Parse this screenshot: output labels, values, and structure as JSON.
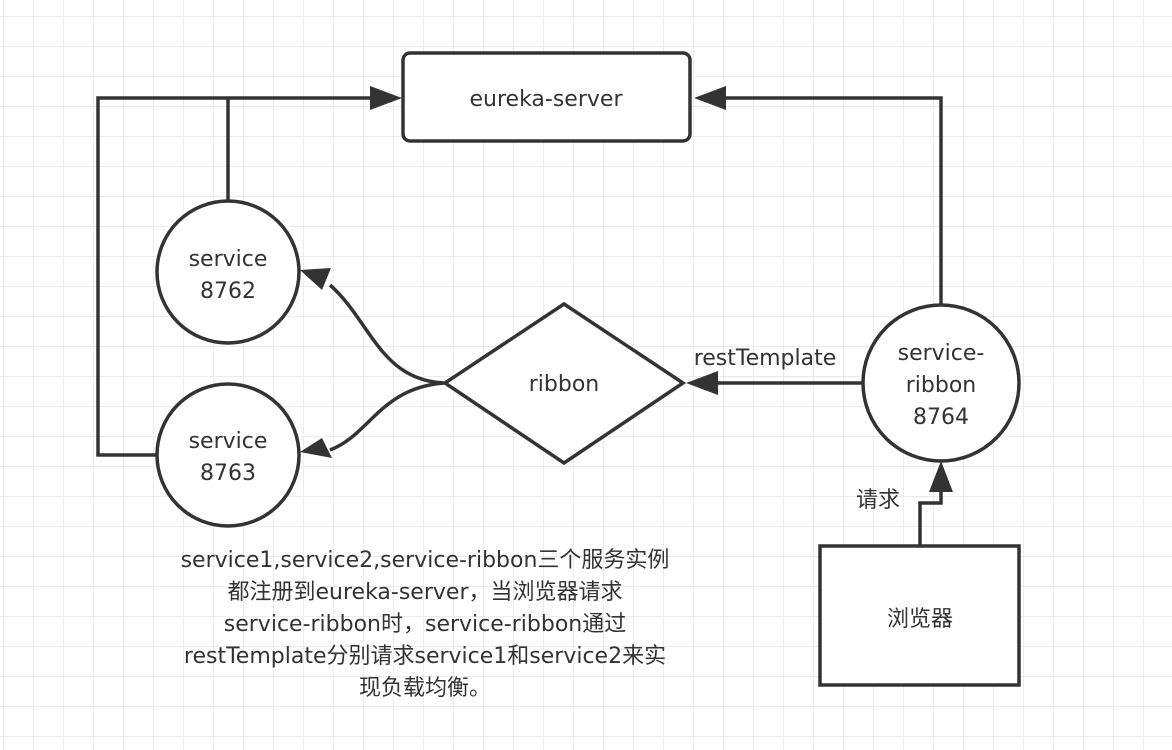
{
  "diagram": {
    "nodes": {
      "eureka_server": {
        "label": "eureka-server",
        "shape": "rounded-rectangle"
      },
      "service_8762": {
        "line1": "service",
        "line2": "8762",
        "shape": "circle"
      },
      "service_8763": {
        "line1": "service",
        "line2": "8763",
        "shape": "circle"
      },
      "ribbon": {
        "label": "ribbon",
        "shape": "diamond"
      },
      "service_ribbon": {
        "line1": "service-",
        "line2": "ribbon",
        "line3": "8764",
        "shape": "circle"
      },
      "browser": {
        "label": "浏览器",
        "shape": "rectangle"
      }
    },
    "edges": [
      {
        "from": "service_8762",
        "to": "eureka_server",
        "label": ""
      },
      {
        "from": "service_8763",
        "to": "eureka_server",
        "label": ""
      },
      {
        "from": "service_ribbon",
        "to": "eureka_server",
        "label": ""
      },
      {
        "from": "service_ribbon",
        "to": "ribbon",
        "label": "restTemplate"
      },
      {
        "from": "ribbon",
        "to": "service_8762",
        "label": ""
      },
      {
        "from": "ribbon",
        "to": "service_8763",
        "label": ""
      },
      {
        "from": "browser",
        "to": "service_ribbon",
        "label": "请求"
      }
    ],
    "edge_labels": {
      "rest_template": "restTemplate",
      "request": "请求"
    },
    "caption": {
      "lines": [
        "service1,service2,service-ribbon三个服务实例",
        "都注册到eureka-server，当浏览器请求",
        "service-ribbon时，service-ribbon通过",
        "restTemplate分别请求service1和service2来实",
        "现负载均衡。"
      ]
    }
  }
}
